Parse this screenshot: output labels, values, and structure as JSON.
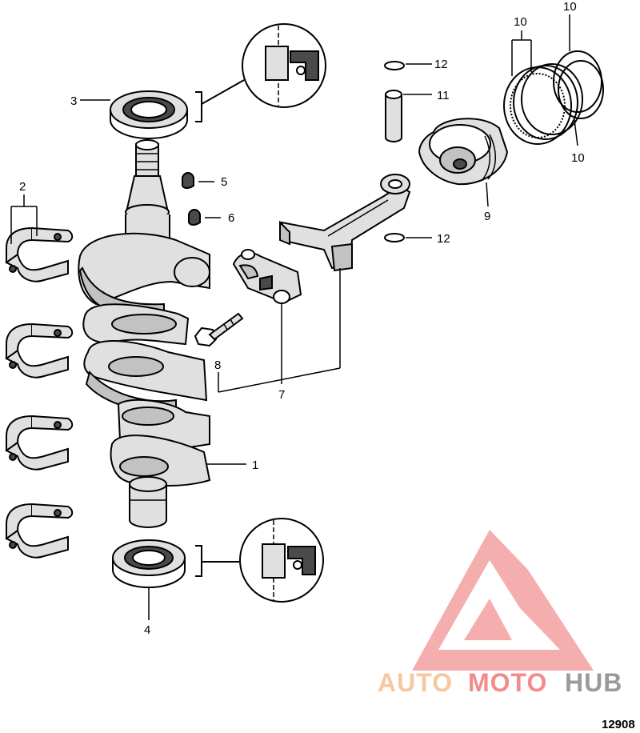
{
  "callouts": {
    "c1": "1",
    "c2": "2",
    "c3": "3",
    "c4": "4",
    "c5": "5",
    "c6": "6",
    "c7": "7",
    "c8": "8",
    "c9": "9",
    "c10a": "10",
    "c10b": "10",
    "c10c": "10",
    "c11": "11",
    "c12a": "12",
    "c12b": "12"
  },
  "figure_number": "12908",
  "watermark": {
    "part1": "AUTO",
    "part2": "MOTO",
    "part3": "HUB",
    "colors": {
      "auto": "#f7c7a0",
      "moto": "#f28c8c",
      "hub": "#9a9a9a",
      "logo": "#f28c8c"
    }
  }
}
